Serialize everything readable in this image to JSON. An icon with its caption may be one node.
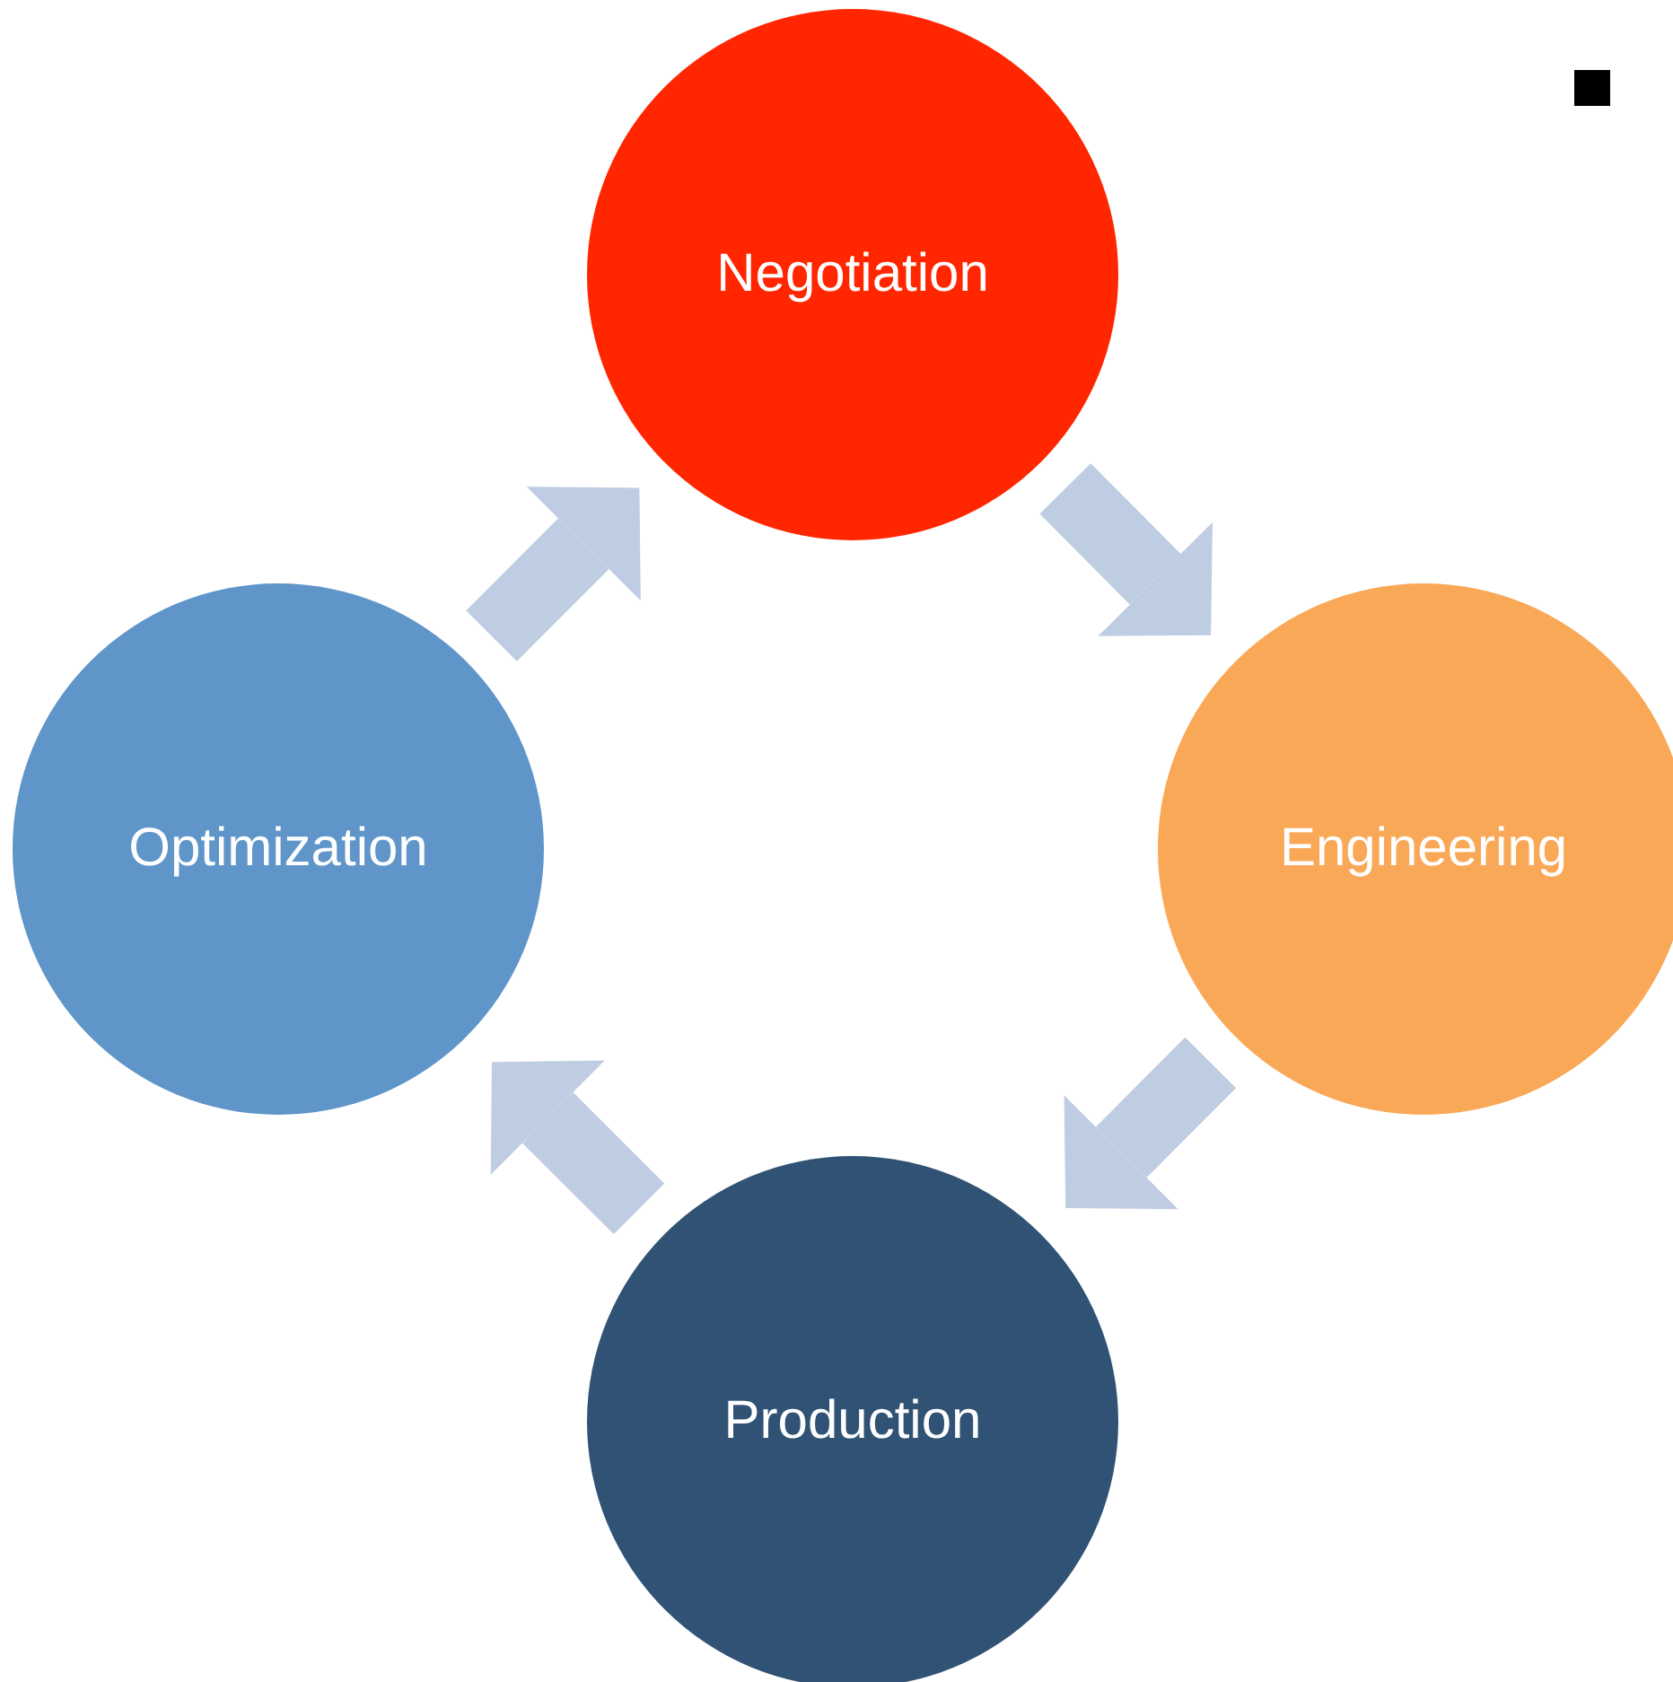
{
  "diagram": {
    "nodes": [
      {
        "text": [
          "Negotiation"
        ]
      },
      {
        "text": [
          "Engineering"
        ]
      },
      {
        "text": [
          "Production"
        ]
      },
      {
        "text": [
          "Optimization"
        ]
      }
    ],
    "edges": [
      {
        "from": 0,
        "to": 1,
        "arrow": "to"
      },
      {
        "from": 1,
        "to": 2,
        "arrow": "to"
      },
      {
        "from": 2,
        "to": 3,
        "arrow": "to"
      },
      {
        "from": 3,
        "to": 0,
        "arrow": "to"
      }
    ]
  }
}
